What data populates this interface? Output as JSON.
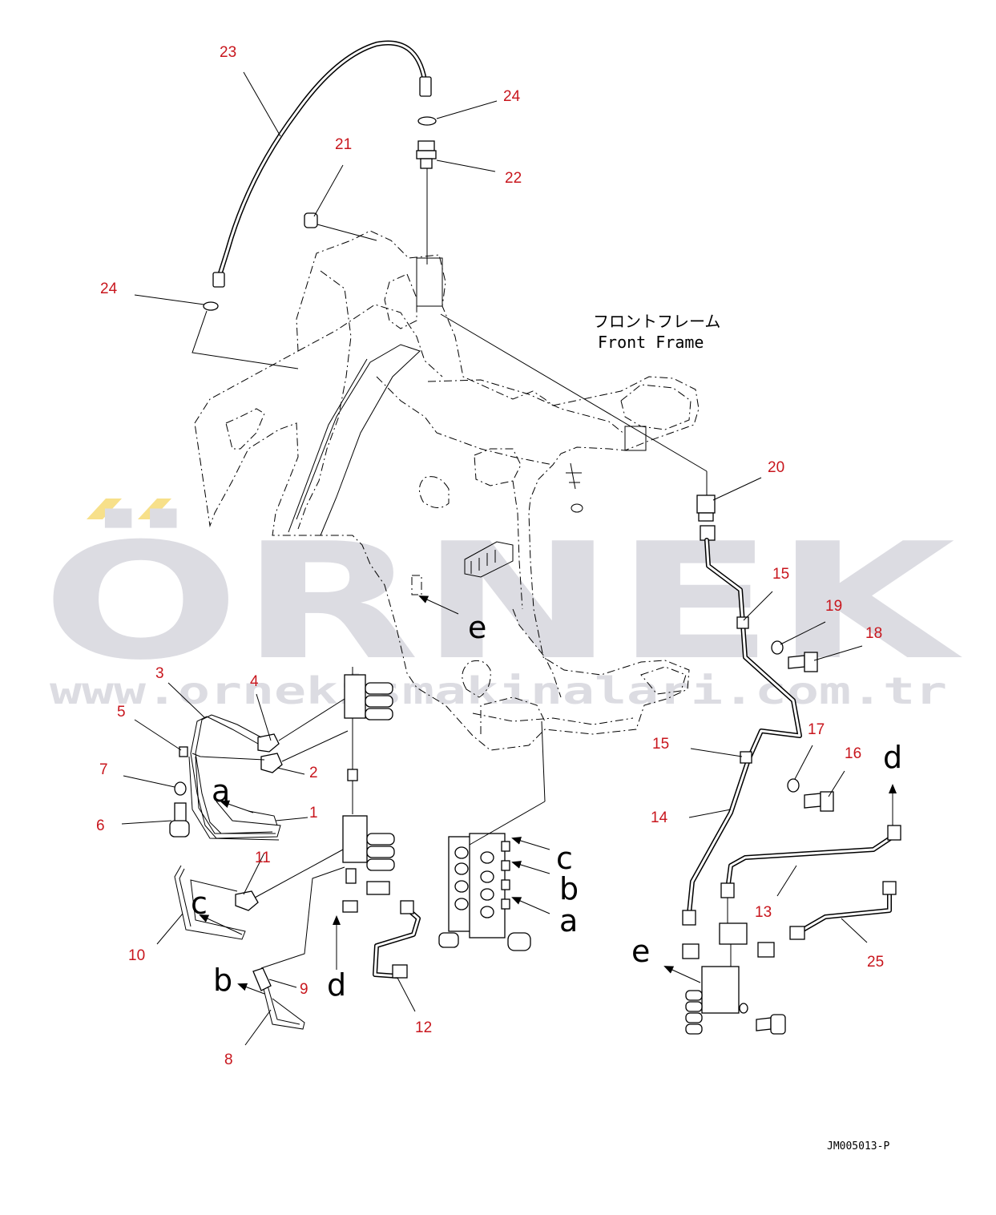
{
  "frame_label": {
    "japanese": "フロントフレーム",
    "english": "Front Frame"
  },
  "watermark": {
    "brand": "ÖRNEK",
    "url": "www.ornekismakinalari.com.tr",
    "accent_color": "#f7e08a",
    "text_color": "#dcdce2"
  },
  "document_code": "JM005013-P",
  "callout_color": "#c8161d",
  "callouts": [
    "23",
    "24",
    "21",
    "22",
    "24",
    "20",
    "15",
    "19",
    "18",
    "3",
    "4",
    "5",
    "2",
    "7",
    "1",
    "6",
    "11",
    "10",
    "9",
    "8",
    "12",
    "15",
    "17",
    "16",
    "14",
    "13",
    "25"
  ],
  "ref_letters": [
    "e",
    "a",
    "c",
    "b",
    "d",
    "c",
    "b",
    "a",
    "e",
    "d"
  ]
}
